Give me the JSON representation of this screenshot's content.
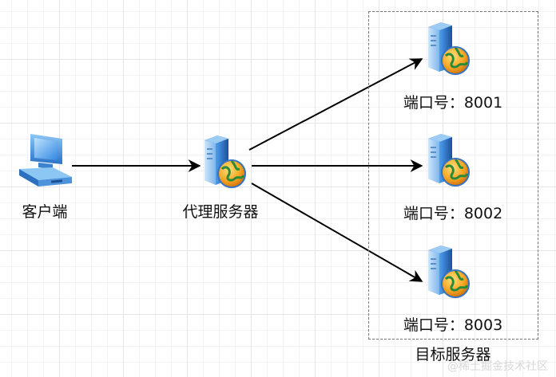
{
  "diagram": {
    "client": {
      "label": "客户端",
      "icon": "desktop-computer-icon"
    },
    "proxy": {
      "label": "代理服务器",
      "icon": "web-server-icon"
    },
    "target_group": {
      "label": "目标服务器",
      "servers": [
        {
          "label": "端口号：8001",
          "icon": "web-server-icon"
        },
        {
          "label": "端口号：8002",
          "icon": "web-server-icon"
        },
        {
          "label": "端口号：8003",
          "icon": "web-server-icon"
        }
      ]
    },
    "edges": [
      {
        "from": "client",
        "to": "proxy"
      },
      {
        "from": "proxy",
        "to": "server-8001"
      },
      {
        "from": "proxy",
        "to": "server-8002"
      },
      {
        "from": "proxy",
        "to": "server-8003"
      }
    ]
  },
  "watermark": "@稀土掘金技术社区"
}
